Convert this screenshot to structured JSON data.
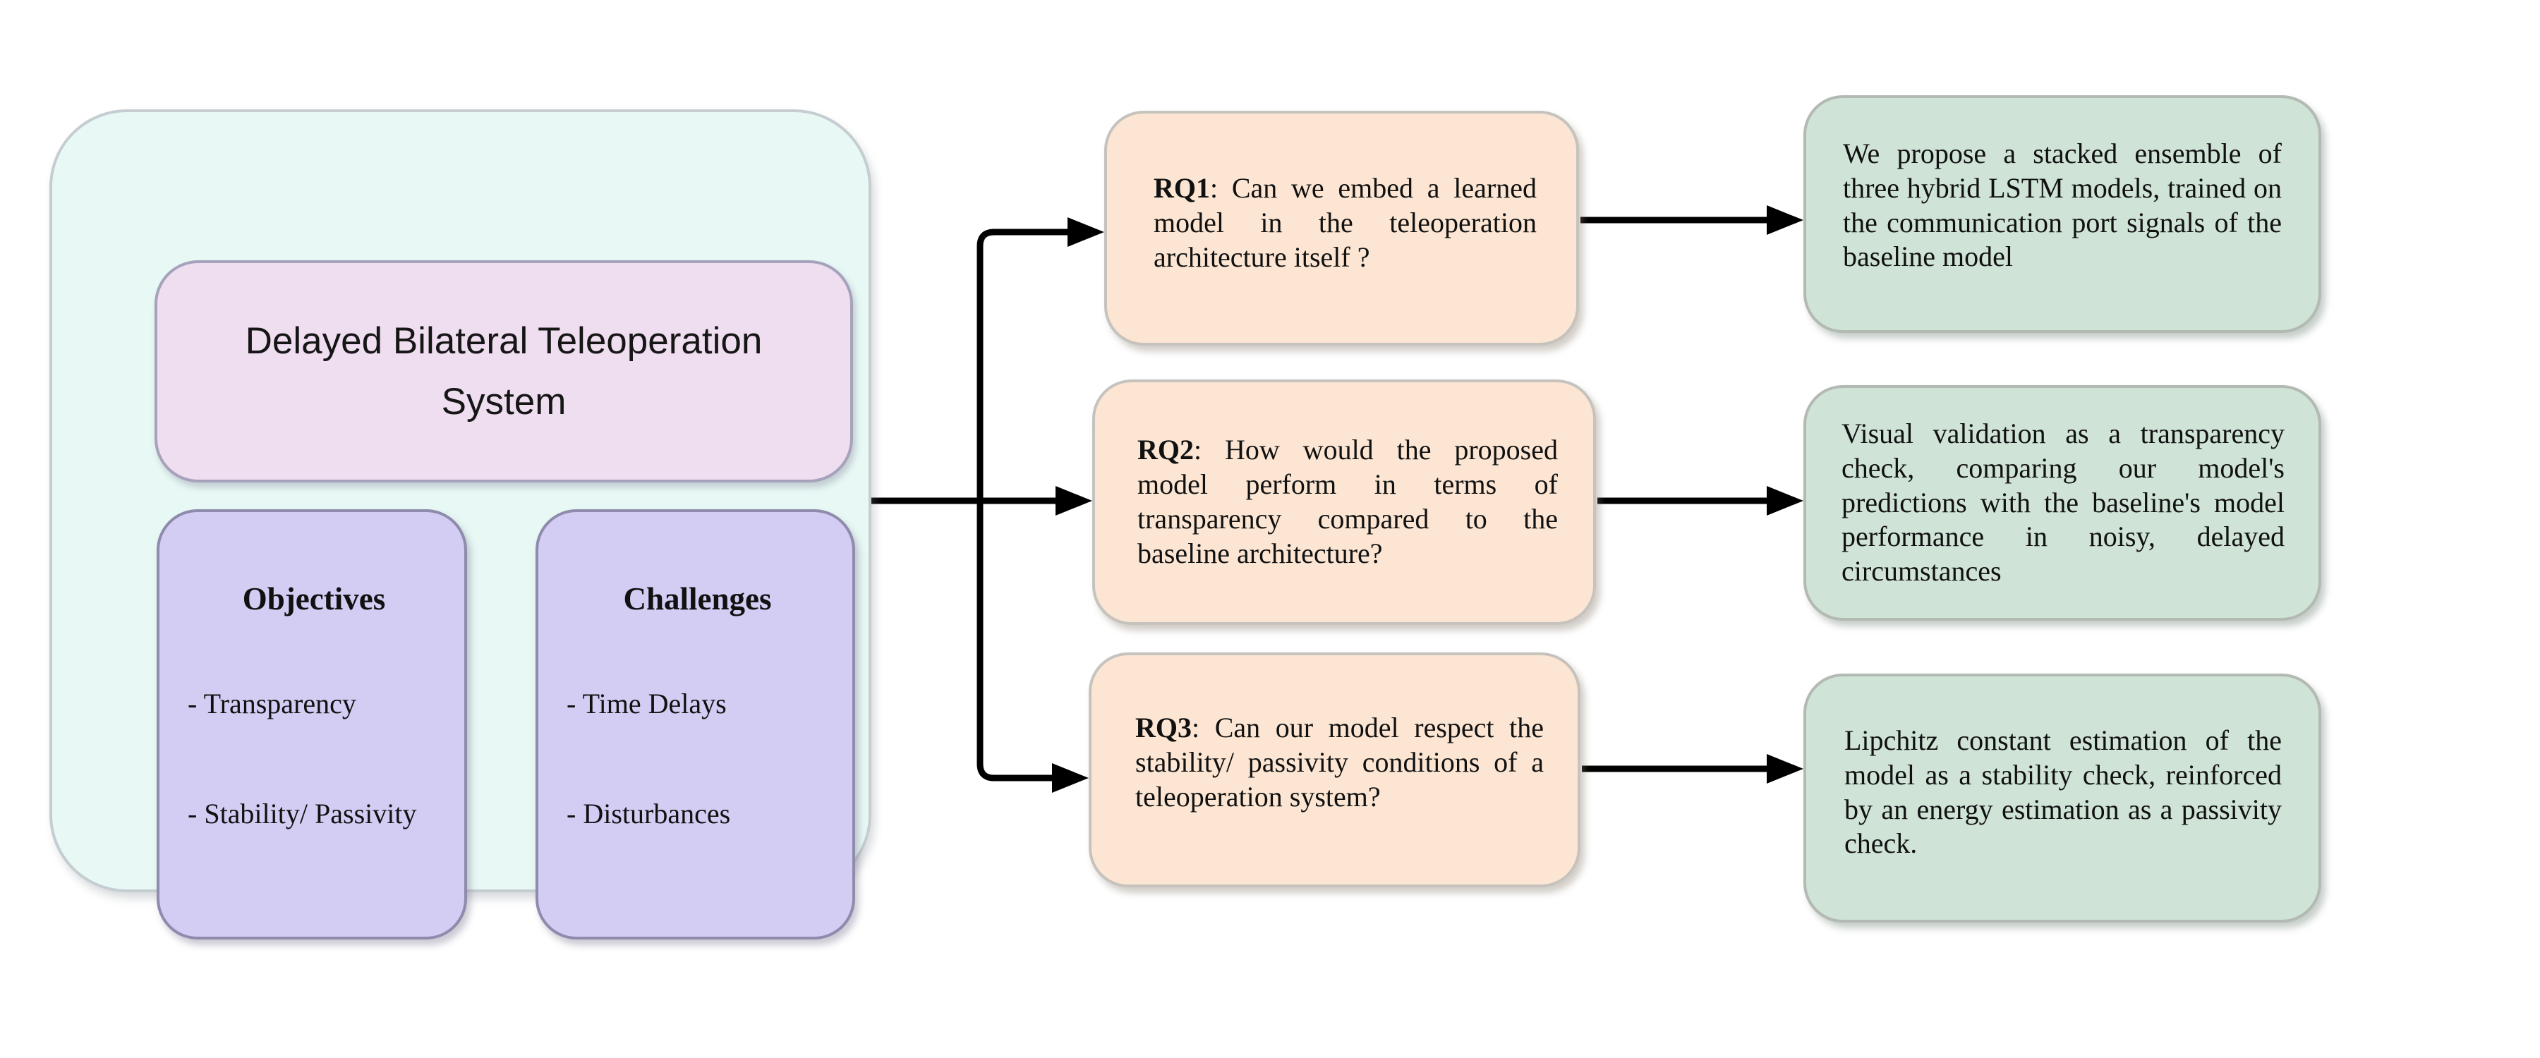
{
  "left_panel": {
    "title": "Delayed Bilateral Teleoperation System",
    "objectives": {
      "heading": "Objectives",
      "items": [
        "- Transparency",
        "- Stability/ Passivity"
      ]
    },
    "challenges": {
      "heading": "Challenges",
      "items": [
        "- Time Delays",
        "- Disturbances"
      ]
    }
  },
  "research_questions": [
    {
      "label": "RQ1",
      "text": ": Can we embed a learned model in the teleoperation architecture itself ?"
    },
    {
      "label": "RQ2",
      "text": ": How would the proposed model perform in terms of transparency compared to the baseline architecture?"
    },
    {
      "label": "RQ3",
      "text": ": Can our model respect the stability/ passivity conditions of a teleoperation system?"
    }
  ],
  "answers": [
    {
      "text": "We propose a stacked ensemble of three hybrid LSTM models, trained on the communication port signals of the baseline model"
    },
    {
      "text": "Visual validation as a transparency check, comparing our model's predictions with the baseline's model performance in noisy, delayed circumstances"
    },
    {
      "text": "Lipchitz constant estimation of the model as a stability check, reinforced by an energy estimation as a passivity check."
    }
  ],
  "colors": {
    "outer_fill": "#e7f8f5",
    "outer_border": "#c6cdd2",
    "title_fill": "#efddf0",
    "title_border": "#a7a2bc",
    "sub_fill": "#d3ccf3",
    "sub_border": "#8f8bac",
    "question_fill": "#fce6d3",
    "question_border": "#c6c3bf",
    "answer_fill": "#cfe3d6",
    "answer_border": "#b3b9b3",
    "arrow": "#000000"
  }
}
